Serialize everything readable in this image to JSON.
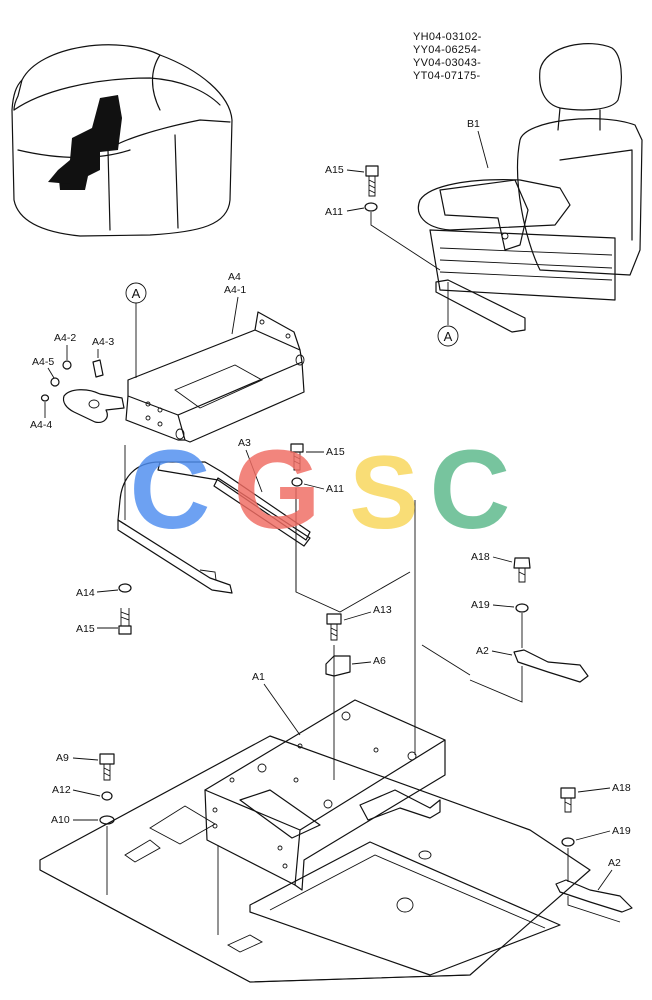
{
  "serials": [
    "YH04-03102-",
    "YY04-06254-",
    "YV04-03043-",
    "YT04-07175-"
  ],
  "callout_ref": "A",
  "watermark": {
    "letters": [
      "C",
      "G",
      "S",
      "C"
    ],
    "colors": [
      "#4f8ef0",
      "#ef6b63",
      "#f7d65a",
      "#5bb88a"
    ]
  },
  "labels": {
    "b1": "B1",
    "a15_top": "A15",
    "a11_top": "A11",
    "a4": "A4",
    "a4_1": "A4-1",
    "a4_2": "A4-2",
    "a4_3": "A4-3",
    "a4_5": "A4-5",
    "a4_4": "A4-4",
    "a3": "A3",
    "a15_mid": "A15",
    "a11_mid": "A11",
    "a14": "A14",
    "a15_low": "A15",
    "a18_up": "A18",
    "a19_up": "A19",
    "a2_up": "A2",
    "a13": "A13",
    "a6": "A6",
    "a1": "A1",
    "a9": "A9",
    "a12": "A12",
    "a10": "A10",
    "a18_low": "A18",
    "a19_low": "A19",
    "a2_low": "A2"
  }
}
